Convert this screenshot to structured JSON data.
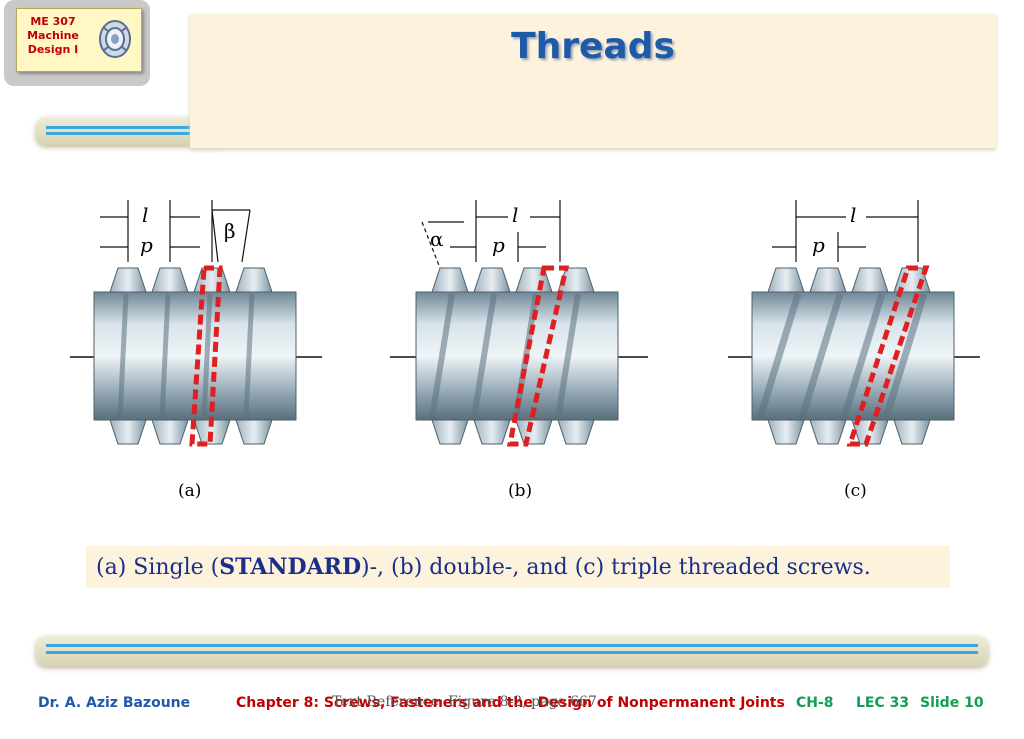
{
  "badge": {
    "lines": "ME 307\nMachine\nDesign I",
    "icon": "gear-icon"
  },
  "header": {
    "title": "Threads"
  },
  "figure": {
    "panels": [
      {
        "tag": "(a)",
        "pitch_label": "p",
        "lead_label": "l",
        "angle_label": "β",
        "type": "single"
      },
      {
        "tag": "(b)",
        "pitch_label": "p",
        "lead_label": "l",
        "angle_label": "α",
        "type": "double"
      },
      {
        "tag": "(c)",
        "pitch_label": "p",
        "lead_label": "l",
        "angle_label": "",
        "type": "triple"
      }
    ],
    "thread_highlight_color": "#e02020"
  },
  "caption": {
    "part1": "(a) Single (",
    "bold": "STANDARD",
    "part2": ")-, (b) double-, and (c) triple threaded screws."
  },
  "footer": {
    "author": "Dr. A. Aziz Bazoune",
    "chapter": "Chapter 8: Screws, Fasteners and the Design of Nonpermanent Joints",
    "reference": "Text Reference: Figure 8-2, page 667",
    "ch": "CH-8",
    "lec": "LEC 33",
    "slide": "Slide 10"
  },
  "colors": {
    "title": "#1f5aa8",
    "accent_stripe": "#3aa8e0",
    "footer_red": "#c00000",
    "footer_green": "#11a050"
  }
}
